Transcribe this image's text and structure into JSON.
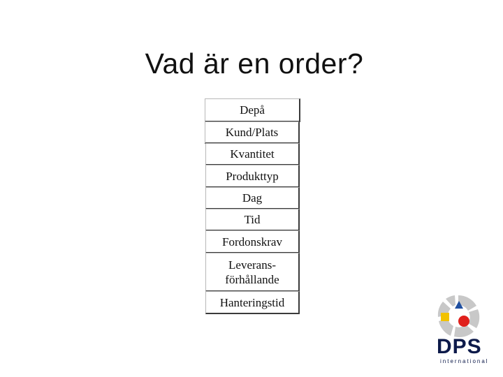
{
  "slide": {
    "title": "Vad är en order?"
  },
  "boxes": [
    {
      "label": "Depå"
    },
    {
      "label": "Kund/Plats"
    },
    {
      "label": "Kvantitet"
    },
    {
      "label": "Produkttyp"
    },
    {
      "label": "Dag"
    },
    {
      "label": "Tid"
    },
    {
      "label": "Fordonskrav"
    },
    {
      "label": "Leverans-\nförhållande"
    },
    {
      "label": "Hanteringstid"
    }
  ],
  "logo": {
    "text": "DPS",
    "subtext": "international",
    "colors": {
      "gray": "#c8c8c8",
      "yellow": "#f2c200",
      "blue": "#1f4fa0",
      "red": "#e0201c",
      "navy": "#0d1a4a"
    }
  }
}
